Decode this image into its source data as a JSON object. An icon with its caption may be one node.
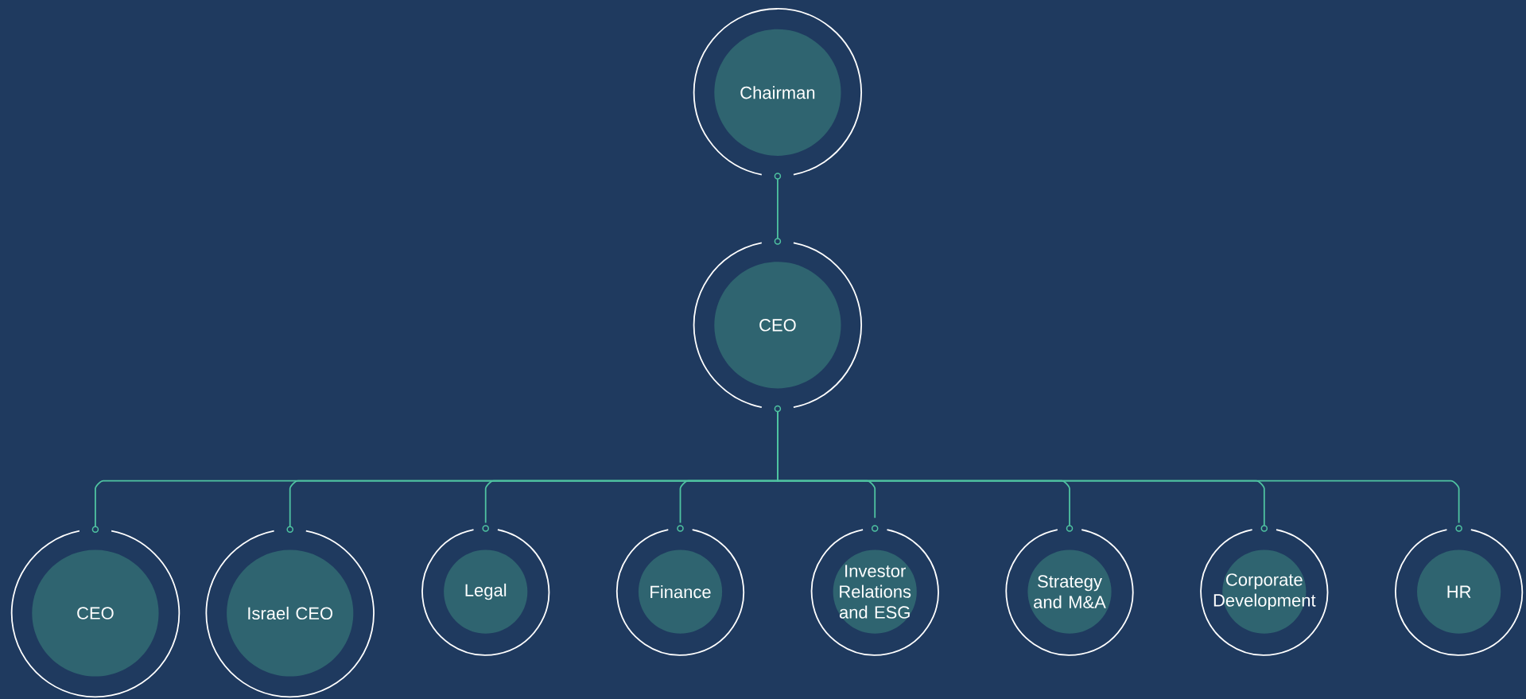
{
  "diagram": {
    "nodes": [
      {
        "text": [
          "Chairman"
        ]
      },
      {
        "text": [
          "CEO"
        ]
      },
      {
        "text": [
          "CEO"
        ]
      },
      {
        "text": [
          "Israel CEO"
        ]
      },
      {
        "text": [
          "Legal"
        ]
      },
      {
        "text": [
          "Finance"
        ]
      },
      {
        "text": [
          "Investor Relations and ESG"
        ]
      },
      {
        "text": [
          "Strategy and M&A"
        ]
      },
      {
        "text": [
          "Corporate Development"
        ]
      },
      {
        "text": [
          "HR"
        ]
      }
    ],
    "edges": [
      {
        "from": 0,
        "to": 1,
        "arrow": "none"
      },
      {
        "from": 1,
        "to": 2,
        "arrow": "none"
      },
      {
        "from": 1,
        "to": 3,
        "arrow": "none"
      },
      {
        "from": 1,
        "to": 4,
        "arrow": "none"
      },
      {
        "from": 1,
        "to": 5,
        "arrow": "none"
      },
      {
        "from": 1,
        "to": 6,
        "arrow": "none"
      },
      {
        "from": 1,
        "to": 7,
        "arrow": "none"
      },
      {
        "from": 1,
        "to": 8,
        "arrow": "none"
      },
      {
        "from": 1,
        "to": 9,
        "arrow": "none"
      }
    ]
  }
}
